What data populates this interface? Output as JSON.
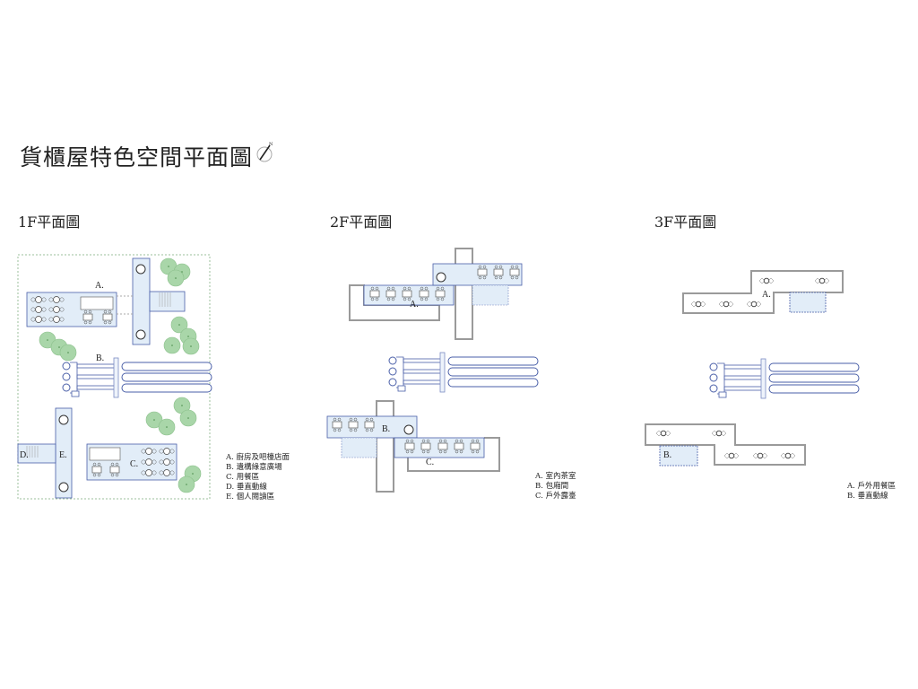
{
  "title": "貨櫃屋特色空間平面圖",
  "icons": {
    "north_arrow": "compass-north-icon"
  },
  "colors": {
    "zone_fill": "#e2edf8",
    "zone_line": "#4a5fa8",
    "wall_gray": "#9a9a9a",
    "tree": "#a9d6a9"
  },
  "floors": [
    {
      "label": "1F平面圖",
      "zones": [
        "A.",
        "B.",
        "C.",
        "D.",
        "E."
      ],
      "legend": [
        "A. 廚房及吧檯店面",
        "B. 遺構綠意廣場",
        "C. 用餐區",
        "D. 垂直動線",
        "E. 個人閱讀區"
      ]
    },
    {
      "label": "2F平面圖",
      "zones": [
        "A.",
        "B.",
        "C."
      ],
      "legend": [
        "A. 室內茶室",
        "B. 包廂間",
        "C. 戶外露臺"
      ]
    },
    {
      "label": "3F平面圖",
      "zones": [
        "A.",
        "B."
      ],
      "legend": [
        "A. 戶外用餐區",
        "B. 垂直動線"
      ]
    }
  ]
}
